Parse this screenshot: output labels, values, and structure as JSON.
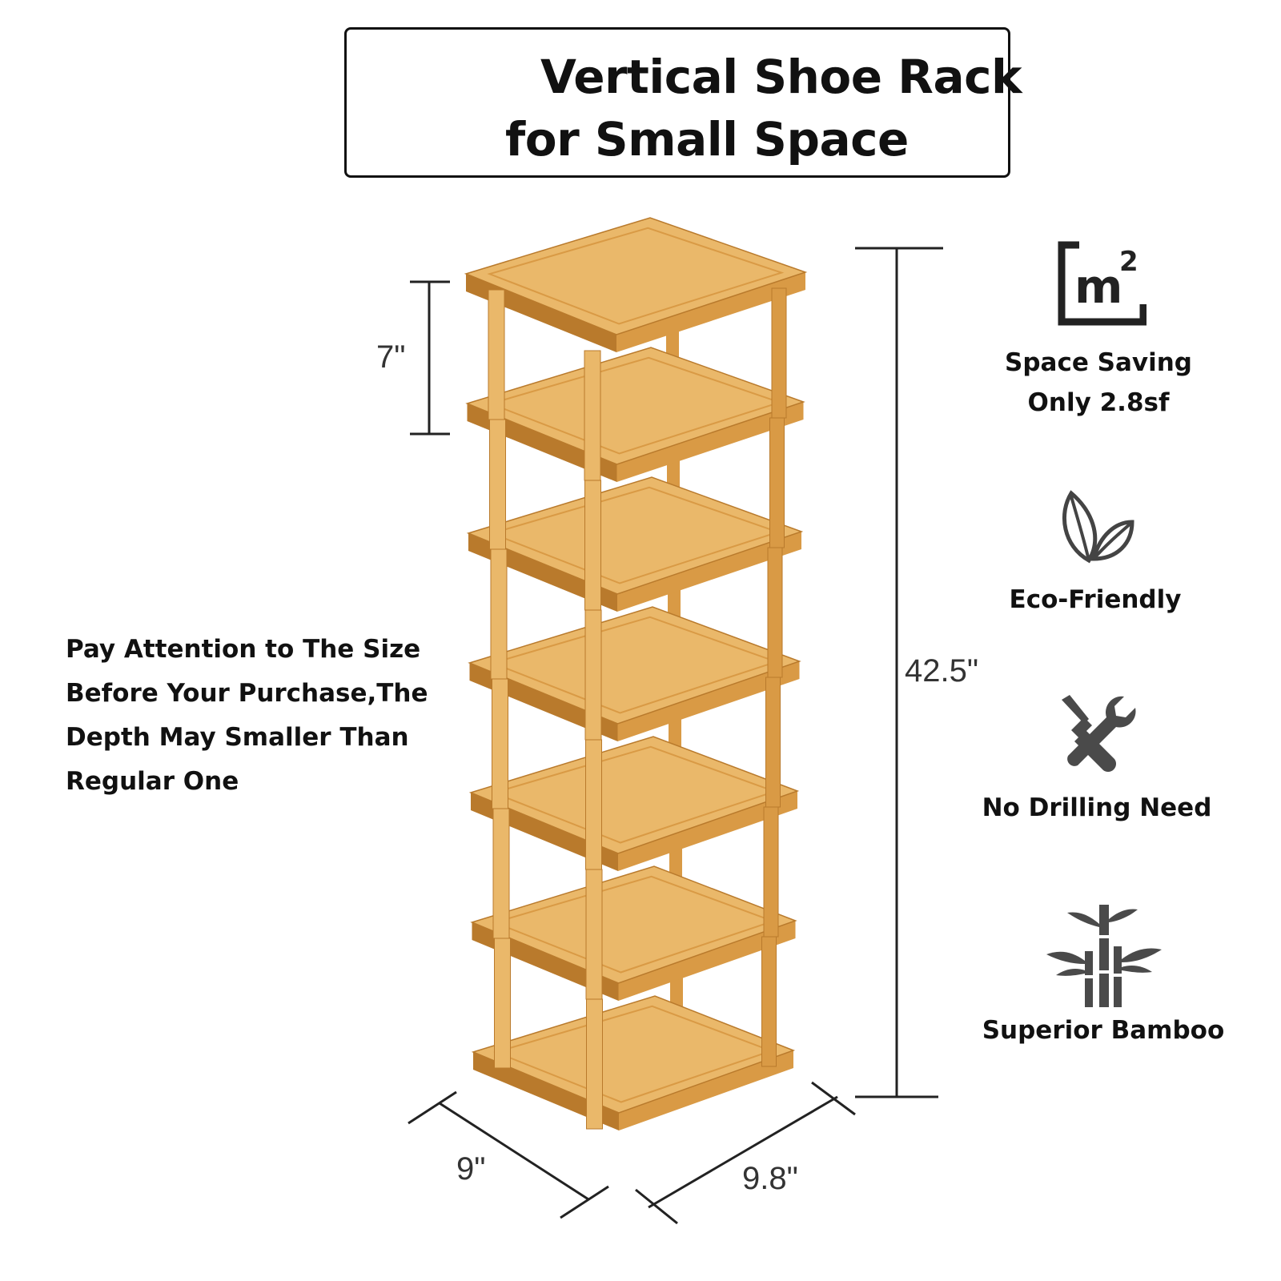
{
  "title": {
    "line1": "Vertical Shoe Rack",
    "line2": "for Small Space"
  },
  "dimensions": {
    "shelf_gap": "7\"",
    "height": "42.5\"",
    "depth": "9\"",
    "width": "9.8\""
  },
  "note": {
    "lines": [
      "Pay Attention to The Size",
      "Before Your Purchase,The",
      "Depth May Smaller Than",
      "Regular One"
    ]
  },
  "features": [
    {
      "icon": "square-meter-icon",
      "lines": [
        "Space Saving",
        "Only 2.8sf"
      ]
    },
    {
      "icon": "leaves-icon",
      "lines": [
        "Eco-Friendly"
      ]
    },
    {
      "icon": "screwdriver-wrench-icon",
      "lines": [
        "No Drilling Need"
      ]
    },
    {
      "icon": "bamboo-icon",
      "lines": [
        "Superior Bamboo"
      ]
    }
  ],
  "colors": {
    "bamboo_light": "#eab86a",
    "bamboo_mid": "#d99a45",
    "bamboo_dark": "#b97a2c",
    "icon_gray": "#4a4a4a"
  },
  "shelf_count": 7
}
